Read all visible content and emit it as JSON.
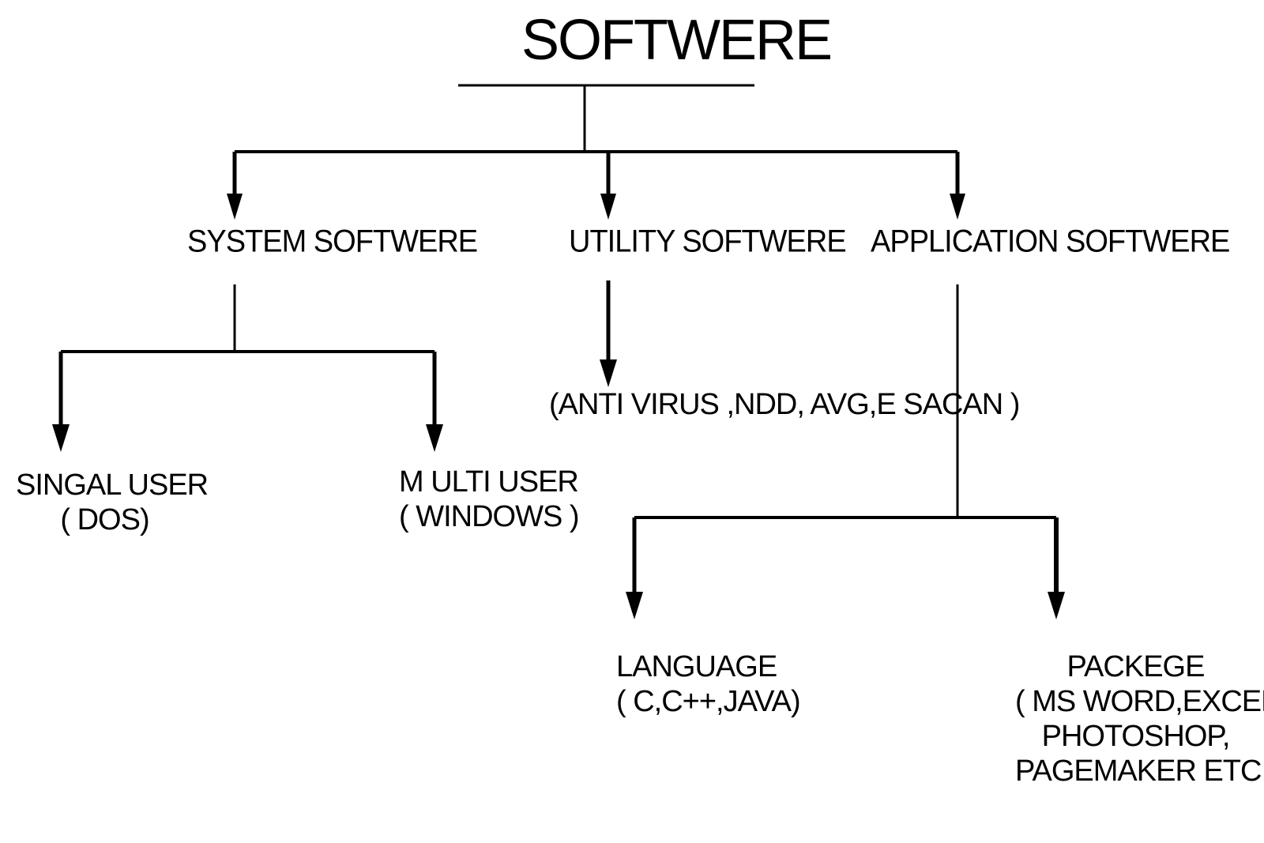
{
  "title": "SOFTWERE",
  "categories": {
    "system": "SYSTEM SOFTWERE",
    "utility": "UTILITY SOFTWERE",
    "application": "APPLICATION SOFTWERE"
  },
  "system_children": {
    "single": {
      "name": "SINGAL USER",
      "example": "( DOS)"
    },
    "multi": {
      "name": "M ULTI USER",
      "example": "( WINDOWS )"
    }
  },
  "utility_examples": "(ANTI VIRUS ,NDD, AVG,E SACAN )",
  "application_children": {
    "language": {
      "name": "LANGUAGE",
      "example": "( C,C++,JAVA)"
    },
    "package": {
      "name": "PACKEGE",
      "example_line1": "( MS WORD,EXCEL.",
      "example_line2": "PHOTOSHOP,",
      "example_line3": "PAGEMAKER ETC.)"
    }
  },
  "colors": {
    "line": "#000000",
    "text": "#000000",
    "background": "#ffffff"
  }
}
